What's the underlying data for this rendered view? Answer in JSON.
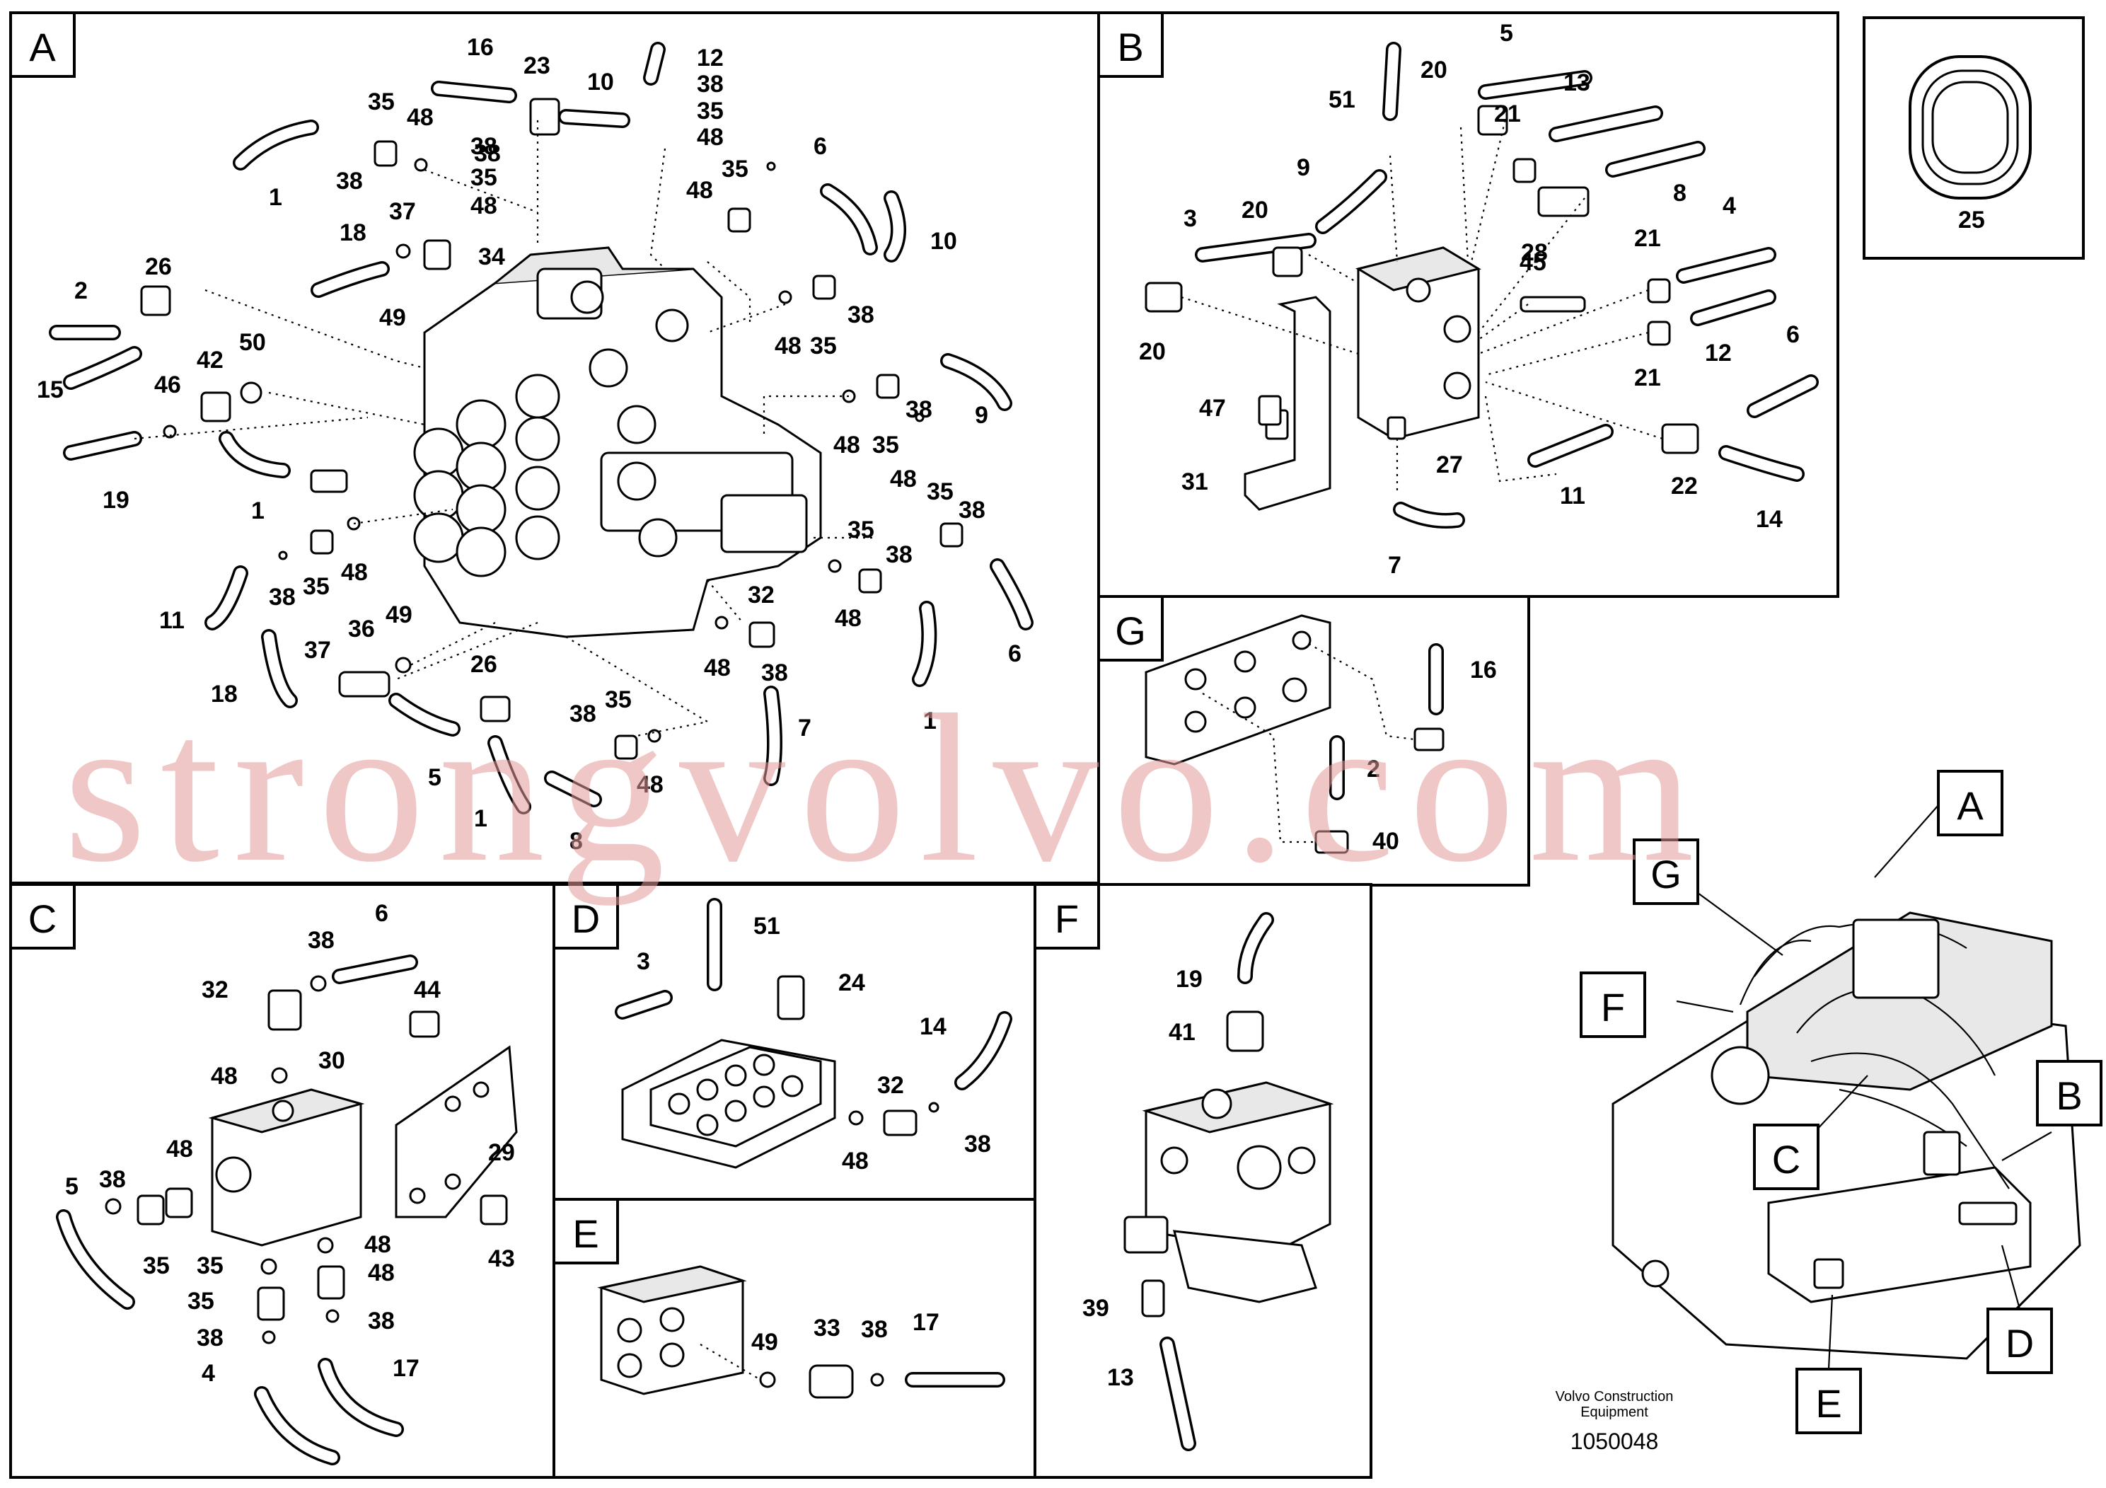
{
  "watermark": "strongvolvo.com",
  "footer": {
    "company_line1": "Volvo Construction",
    "company_line2": "Equipment",
    "doc_number": "1050048"
  },
  "panels": {
    "A": {
      "tag": "A",
      "labels": [
        "16",
        "23",
        "12",
        "38",
        "35",
        "10",
        "35",
        "38",
        "48",
        "48",
        "1",
        "38",
        "38",
        "35",
        "48",
        "6",
        "35",
        "48",
        "10",
        "18",
        "37",
        "34",
        "26",
        "2",
        "49",
        "48",
        "35",
        "38",
        "15",
        "42",
        "50",
        "46",
        "48",
        "35",
        "38",
        "9",
        "19",
        "1",
        "48",
        "35",
        "38",
        "11",
        "38",
        "35",
        "48",
        "48",
        "35",
        "38",
        "32",
        "48",
        "6",
        "18",
        "37",
        "36",
        "49",
        "26",
        "38",
        "7",
        "1",
        "38",
        "35",
        "5",
        "48",
        "1",
        "8"
      ]
    },
    "B": {
      "tag": "B",
      "labels": [
        "5",
        "51",
        "20",
        "13",
        "21",
        "9",
        "8",
        "20",
        "3",
        "28",
        "4",
        "21",
        "45",
        "20",
        "21",
        "12",
        "6",
        "47",
        "31",
        "27",
        "11",
        "22",
        "14",
        "7"
      ]
    },
    "C": {
      "tag": "C",
      "labels": [
        "6",
        "38",
        "32",
        "44",
        "30",
        "48",
        "48",
        "29",
        "5",
        "38",
        "35",
        "48",
        "35",
        "48",
        "43",
        "35",
        "38",
        "38",
        "4",
        "17"
      ]
    },
    "D": {
      "tag": "D",
      "labels": [
        "3",
        "51",
        "24",
        "14",
        "32",
        "48",
        "38"
      ]
    },
    "E": {
      "tag": "E",
      "labels": [
        "49",
        "33",
        "38",
        "17"
      ]
    },
    "F": {
      "tag": "F",
      "labels": [
        "19",
        "41",
        "39",
        "13"
      ]
    },
    "G": {
      "tag": "G",
      "labels": [
        "16",
        "2",
        "40"
      ]
    },
    "inset": {
      "label": "25"
    }
  },
  "locator_tags": [
    "A",
    "G",
    "F",
    "B",
    "C",
    "D",
    "E"
  ]
}
